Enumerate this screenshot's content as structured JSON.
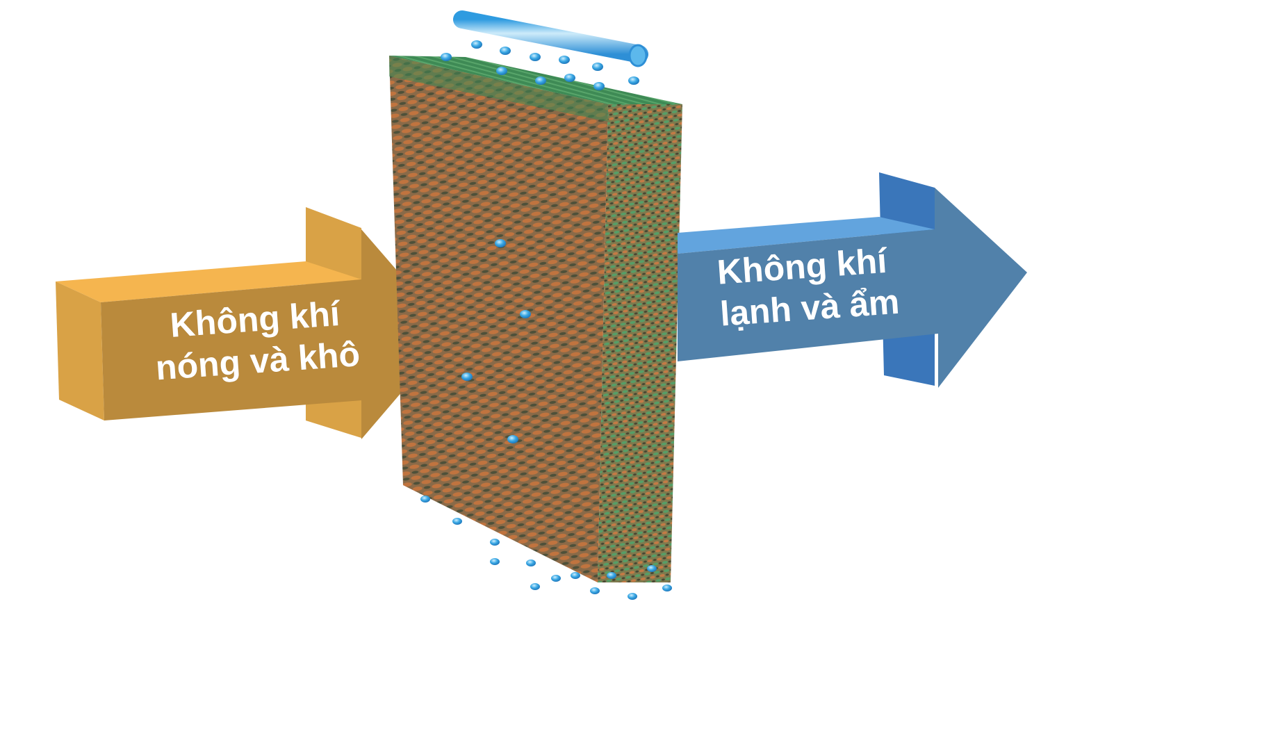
{
  "diagram": {
    "subject": "evaporative cooling pad",
    "input_arrow": {
      "line1": "Không khí",
      "line2": "nóng và khô",
      "color_front": "#BA8A3C",
      "color_top": "#F5B54F",
      "color_side": "#D9A246"
    },
    "output_arrow": {
      "line1": "Không khí",
      "line2": "lạnh và ẩm",
      "color_front": "#5181AA",
      "color_top": "#62A4DE",
      "color_side": "#3A76BA"
    },
    "pad": {
      "front_color": "#8A6A48",
      "top_color": "#3E8A55",
      "side_color": "#6E7F55"
    },
    "water_pipe": {
      "color": "#5CB8EC"
    },
    "water_drop": {
      "color": "#3AA0DA"
    }
  }
}
